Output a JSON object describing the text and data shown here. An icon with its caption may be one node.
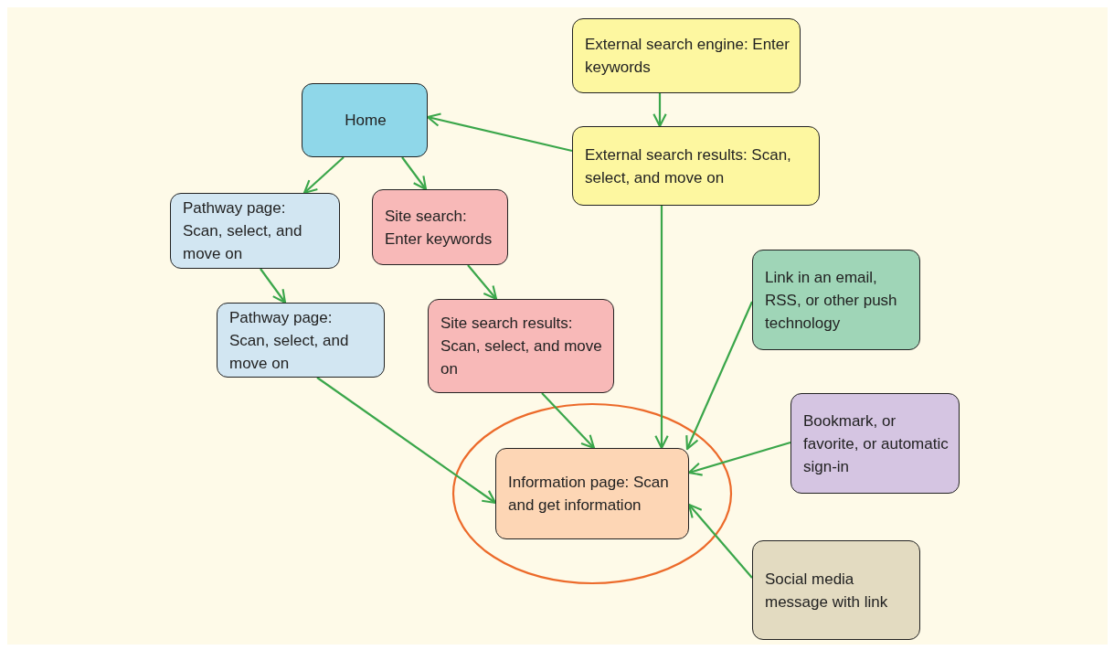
{
  "diagram": {
    "nodes": [
      {
        "text": [
          "External search engine: Enter keywords"
        ]
      },
      {
        "text": [
          "Home"
        ]
      },
      {
        "text": [
          "External search results: Scan, select, and move on"
        ]
      },
      {
        "text": [
          "Pathway page: Scan, select, and move on"
        ]
      },
      {
        "text": [
          "Site search: Enter keywords"
        ]
      },
      {
        "text": [
          "Link in an email, RSS, or other push technology"
        ]
      },
      {
        "text": [
          "Pathway page: Scan, select, and move on"
        ]
      },
      {
        "text": [
          "Site search results: Scan, select, and move on"
        ]
      },
      {
        "text": [
          "Bookmark, or favorite, or automatic sign-in"
        ]
      },
      {
        "text": [
          "Information page: Scan and get information"
        ]
      },
      {
        "text": [
          "Social media message with link"
        ]
      }
    ],
    "edges": [
      {
        "from": 0,
        "to": 2,
        "arrow": "to"
      },
      {
        "from": 2,
        "to": 1,
        "arrow": "to"
      },
      {
        "from": 1,
        "to": 3,
        "arrow": "to"
      },
      {
        "from": 1,
        "to": 4,
        "arrow": "to"
      },
      {
        "from": 3,
        "to": 6,
        "arrow": "to"
      },
      {
        "from": 4,
        "to": 7,
        "arrow": "to"
      },
      {
        "from": 6,
        "to": 9,
        "arrow": "to"
      },
      {
        "from": 7,
        "to": 9,
        "arrow": "to"
      },
      {
        "from": 2,
        "to": 9,
        "arrow": "to"
      },
      {
        "from": 5,
        "to": 9,
        "arrow": "to"
      },
      {
        "from": 8,
        "to": 9,
        "arrow": "to"
      },
      {
        "from": 10,
        "to": 9,
        "arrow": "to"
      }
    ]
  }
}
